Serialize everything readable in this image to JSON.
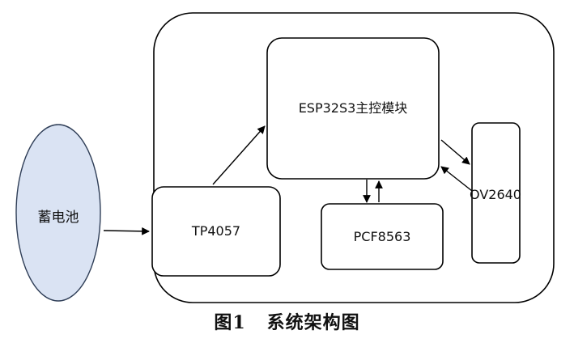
{
  "colors": {
    "stroke": "#000000",
    "battery_fill": "#dae3f3",
    "battery_stroke": "#2f3e57"
  },
  "nodes": {
    "battery": "蓄电池",
    "charger": "TP4057",
    "mcu": "ESP32S3主控模块",
    "rtc": "PCF8563",
    "camera": "OV2640"
  },
  "caption": {
    "figure_number": "图1",
    "title": "系统架构图"
  }
}
